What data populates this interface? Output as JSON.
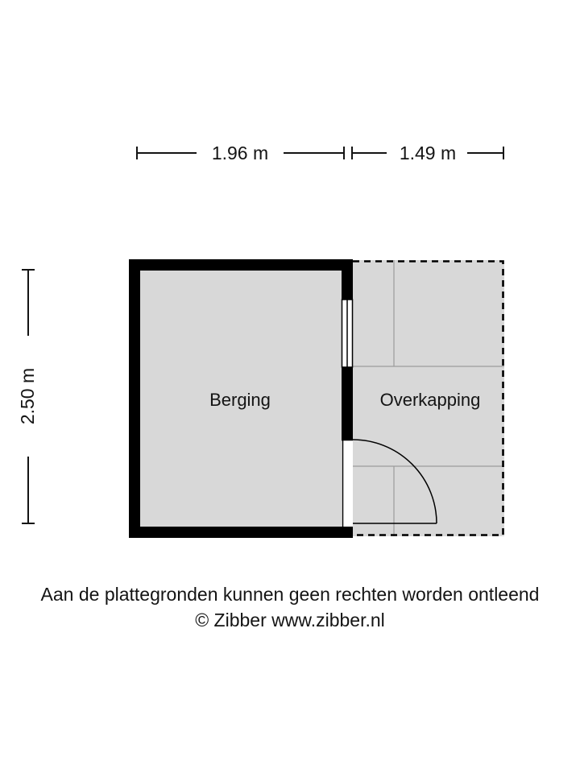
{
  "dimensions": {
    "width_left_label": "1.96 m",
    "width_right_label": "1.49 m",
    "height_label": "2.50 m"
  },
  "rooms": {
    "berging_label": "Berging",
    "overkapping_label": "Overkapping"
  },
  "footer": {
    "disclaimer": "Aan de plattegronden kunnen geen rechten worden ontleend",
    "credit": "© Zibber www.zibber.nl"
  },
  "colors": {
    "wall": "#000000",
    "floor": "#d8d8d8",
    "grid": "#9b9b9b",
    "text": "#141414"
  }
}
